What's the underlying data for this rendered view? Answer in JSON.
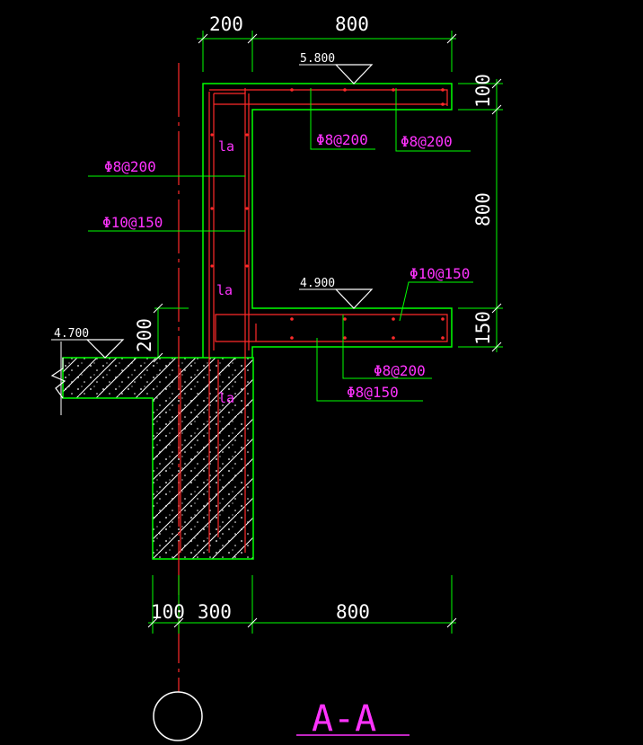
{
  "colors": {
    "background": "#000000",
    "outline": "#00ff00",
    "rebar": "#ff2a2a",
    "annotation": "#ff33ff",
    "text": "#ffffff",
    "centerline": "#ff2a2a"
  },
  "dimensions": {
    "top": [
      "200",
      "800"
    ],
    "bottom": [
      "100",
      "300",
      "800"
    ],
    "right": [
      "100",
      "800",
      "150"
    ],
    "left_step": "200"
  },
  "elevations": {
    "top_slab": "5.800",
    "lower_slab": "4.900",
    "ground": "4.700"
  },
  "rebar_labels": {
    "top_slab_1": "Φ8@200",
    "top_slab_2": "Φ8@200",
    "wall_1": "Φ8@200",
    "wall_2": "Φ10@150",
    "lower_slab_top": "Φ10@150",
    "lower_slab_1": "Φ8@200",
    "lower_slab_2": "Φ8@150"
  },
  "anchorage": {
    "la_1": "la",
    "la_2": "la",
    "la_3": "la"
  },
  "section_title": "A-A"
}
